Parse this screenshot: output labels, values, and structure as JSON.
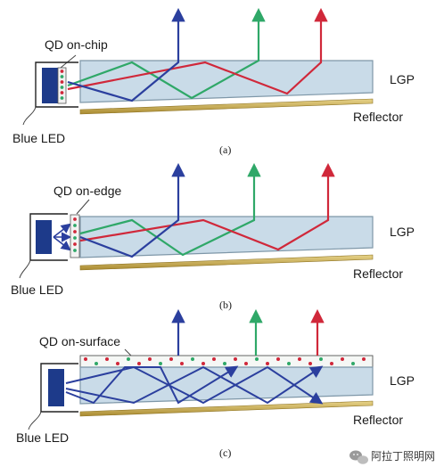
{
  "panels": [
    {
      "caption": "(a)",
      "qd_label": "QD on-chip",
      "led_label": "Blue LED",
      "lgp_label": "LGP",
      "reflector_label": "Reflector"
    },
    {
      "caption": "(b)",
      "qd_label": "QD on-edge",
      "led_label": "Blue LED",
      "lgp_label": "LGP",
      "reflector_label": "Reflector"
    },
    {
      "caption": "(c)",
      "qd_label": "QD on-surface",
      "led_label": "Blue LED",
      "lgp_label": "LGP",
      "reflector_label": "Reflector"
    }
  ],
  "watermark": {
    "text": "阿拉丁照明网",
    "icon": "wechat-icon"
  },
  "colors": {
    "blue_ray": "#2b3f9e",
    "green_ray": "#2fa868",
    "red_ray": "#d0283a",
    "lgp_fill": "#c9dbe8",
    "lgp_stroke": "#7e97a8",
    "led": "#1d3a8a",
    "reflector": "#c9a74c"
  }
}
